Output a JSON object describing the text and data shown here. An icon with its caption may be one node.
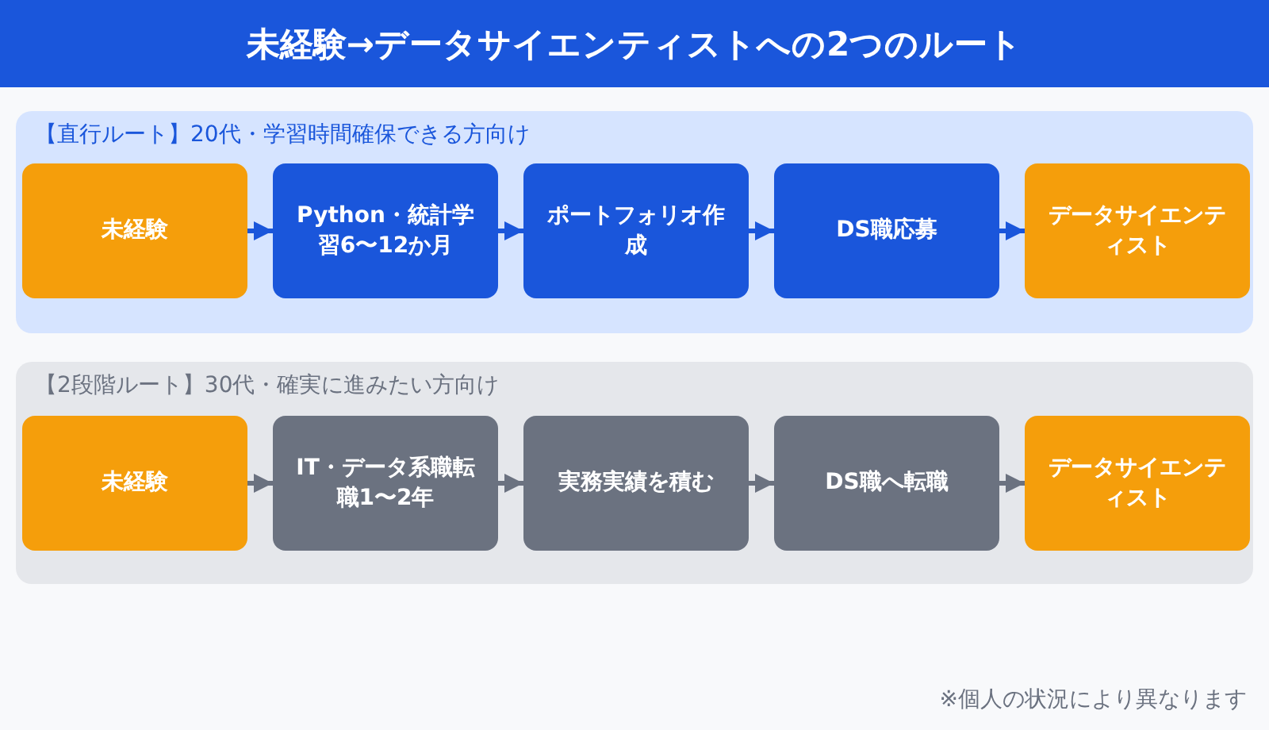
{
  "diagram": {
    "title": "未経験→データサイエンティストへの2つのルート",
    "nodes": [
      {
        "text": [
          "【直行ルート】20代・学習時間確保できる方向け"
        ]
      },
      {
        "text": [
          "未経験"
        ],
        "in": 0
      },
      {
        "text": [
          "Python・統計学習6〜12か月"
        ],
        "in": 0
      },
      {
        "text": [
          "ポートフォリオ作成"
        ],
        "in": 0
      },
      {
        "text": [
          "DS職応募"
        ],
        "in": 0
      },
      {
        "text": [
          "データサイエンティスト"
        ],
        "in": 0
      },
      {
        "text": [
          "【2段階ルート】30代・確実に進みたい方向け"
        ]
      },
      {
        "text": [
          "未経験"
        ],
        "in": 6
      },
      {
        "text": [
          "IT・データ系職転職1〜2年"
        ],
        "in": 6
      },
      {
        "text": [
          "実務実績を積む"
        ],
        "in": 6
      },
      {
        "text": [
          "DS職へ転職"
        ],
        "in": 6
      },
      {
        "text": [
          "データサイエンティスト"
        ],
        "in": 6
      }
    ],
    "edges": [
      {
        "from": 1,
        "to": 2,
        "arrow": "to",
        "color": "#1a56db"
      },
      {
        "from": 2,
        "to": 3,
        "arrow": "to",
        "color": "#1a56db"
      },
      {
        "from": 3,
        "to": 4,
        "arrow": "to",
        "color": "#1a56db"
      },
      {
        "from": 4,
        "to": 5,
        "arrow": "to",
        "color": "#1a56db"
      },
      {
        "from": 7,
        "to": 8,
        "arrow": "to",
        "color": "#6b7280"
      },
      {
        "from": 8,
        "to": 9,
        "arrow": "to",
        "color": "#6b7280"
      },
      {
        "from": 9,
        "to": 10,
        "arrow": "to",
        "color": "#6b7280"
      },
      {
        "from": 10,
        "to": 11,
        "arrow": "to",
        "color": "#6b7280"
      }
    ],
    "caption": "※個人の状況により異なります"
  }
}
